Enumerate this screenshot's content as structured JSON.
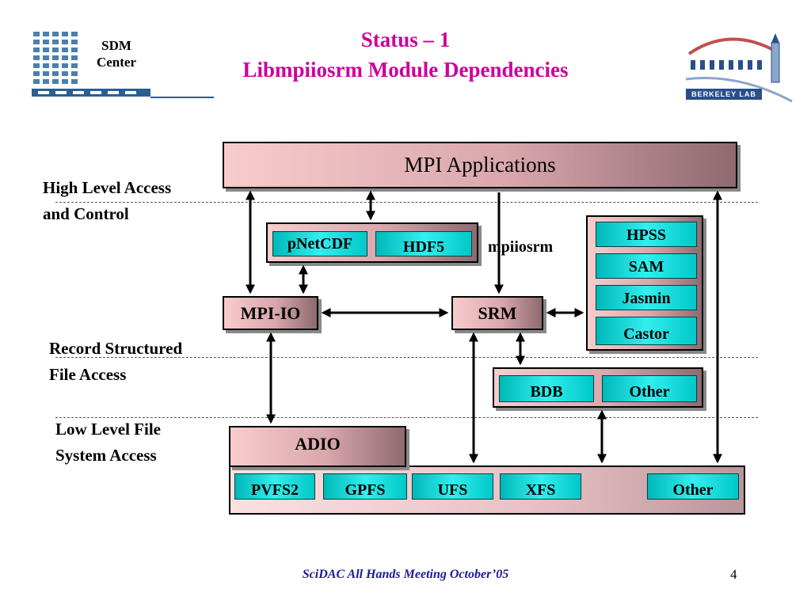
{
  "title": {
    "line1": "Status – 1",
    "line2": "Libmpiiosrm Module Dependencies"
  },
  "logos": {
    "sdm": {
      "line1": "SDM",
      "line2": "Center"
    },
    "berkeley": {
      "text": "BERKELEY LAB"
    }
  },
  "layers": {
    "high_level": {
      "line1": "High Level Access",
      "line2": "and Control"
    },
    "record": {
      "line1": "Record Structured",
      "line2": "File Access"
    },
    "low_level": {
      "line1": "Low Level File",
      "line2": "System Access"
    }
  },
  "nodes": {
    "mpi_applications": "MPI Applications",
    "pnetcdf": "pNetCDF",
    "hdf5": "HDF5",
    "mpiiosrm": "mpiiosrm",
    "mpi_io": "MPI-IO",
    "srm": "SRM",
    "hpss": "HPSS",
    "sam": "SAM",
    "jasmin": "Jasmin",
    "castor": "Castor",
    "bdb": "BDB",
    "bdb_other": "Other",
    "adio": "ADIO",
    "pvfs2": "PVFS2",
    "gpfs": "GPFS",
    "ufs": "UFS",
    "xfs": "XFS",
    "fs_other": "Other"
  },
  "footer": {
    "text": "SciDAC All Hands Meeting October’05",
    "page": "4"
  }
}
